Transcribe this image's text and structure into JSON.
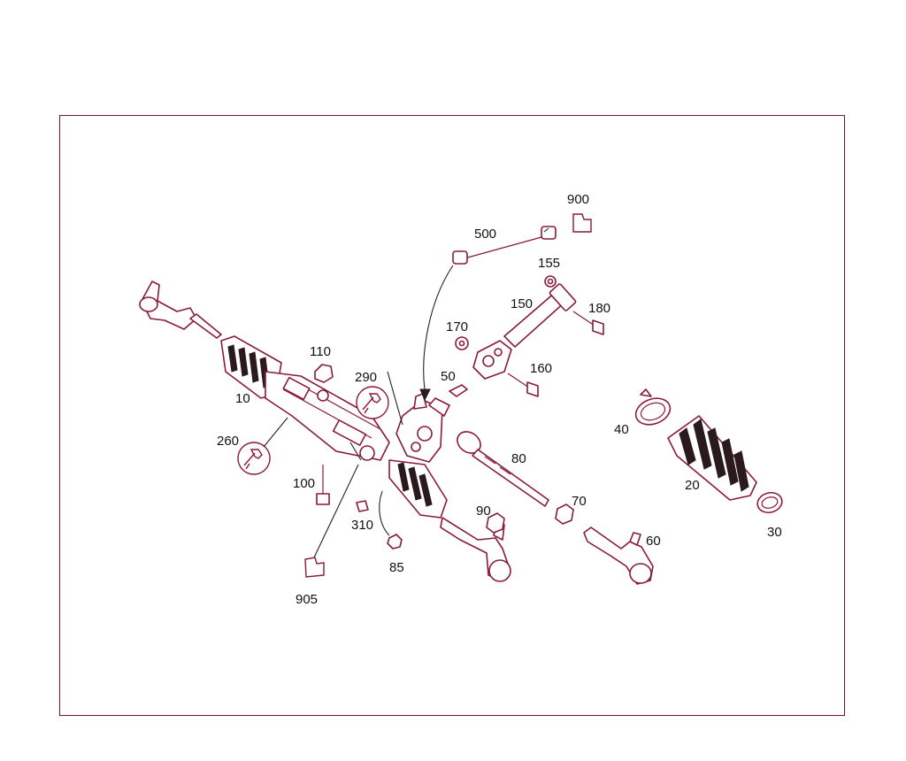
{
  "diagram": {
    "callouts": {
      "c10": "10",
      "c20": "20",
      "c30": "30",
      "c40": "40",
      "c50": "50",
      "c60": "60",
      "c70": "70",
      "c80": "80",
      "c85": "85",
      "c90": "90",
      "c100": "100",
      "c110": "110",
      "c150": "150",
      "c155": "155",
      "c160": "160",
      "c170": "170",
      "c180": "180",
      "c260": "260",
      "c290": "290",
      "c310": "310",
      "c500": "500",
      "c900": "900",
      "c905": "905"
    },
    "icons": {
      "wrench_260": "torque-wrench-icon",
      "wrench_290": "torque-wrench-icon",
      "tag_900": "tag-label-icon",
      "tag_905": "tag-label-icon"
    },
    "colors": {
      "frame": "#7a1030",
      "line_art": "#8a1a3a",
      "text": "#111111"
    }
  }
}
